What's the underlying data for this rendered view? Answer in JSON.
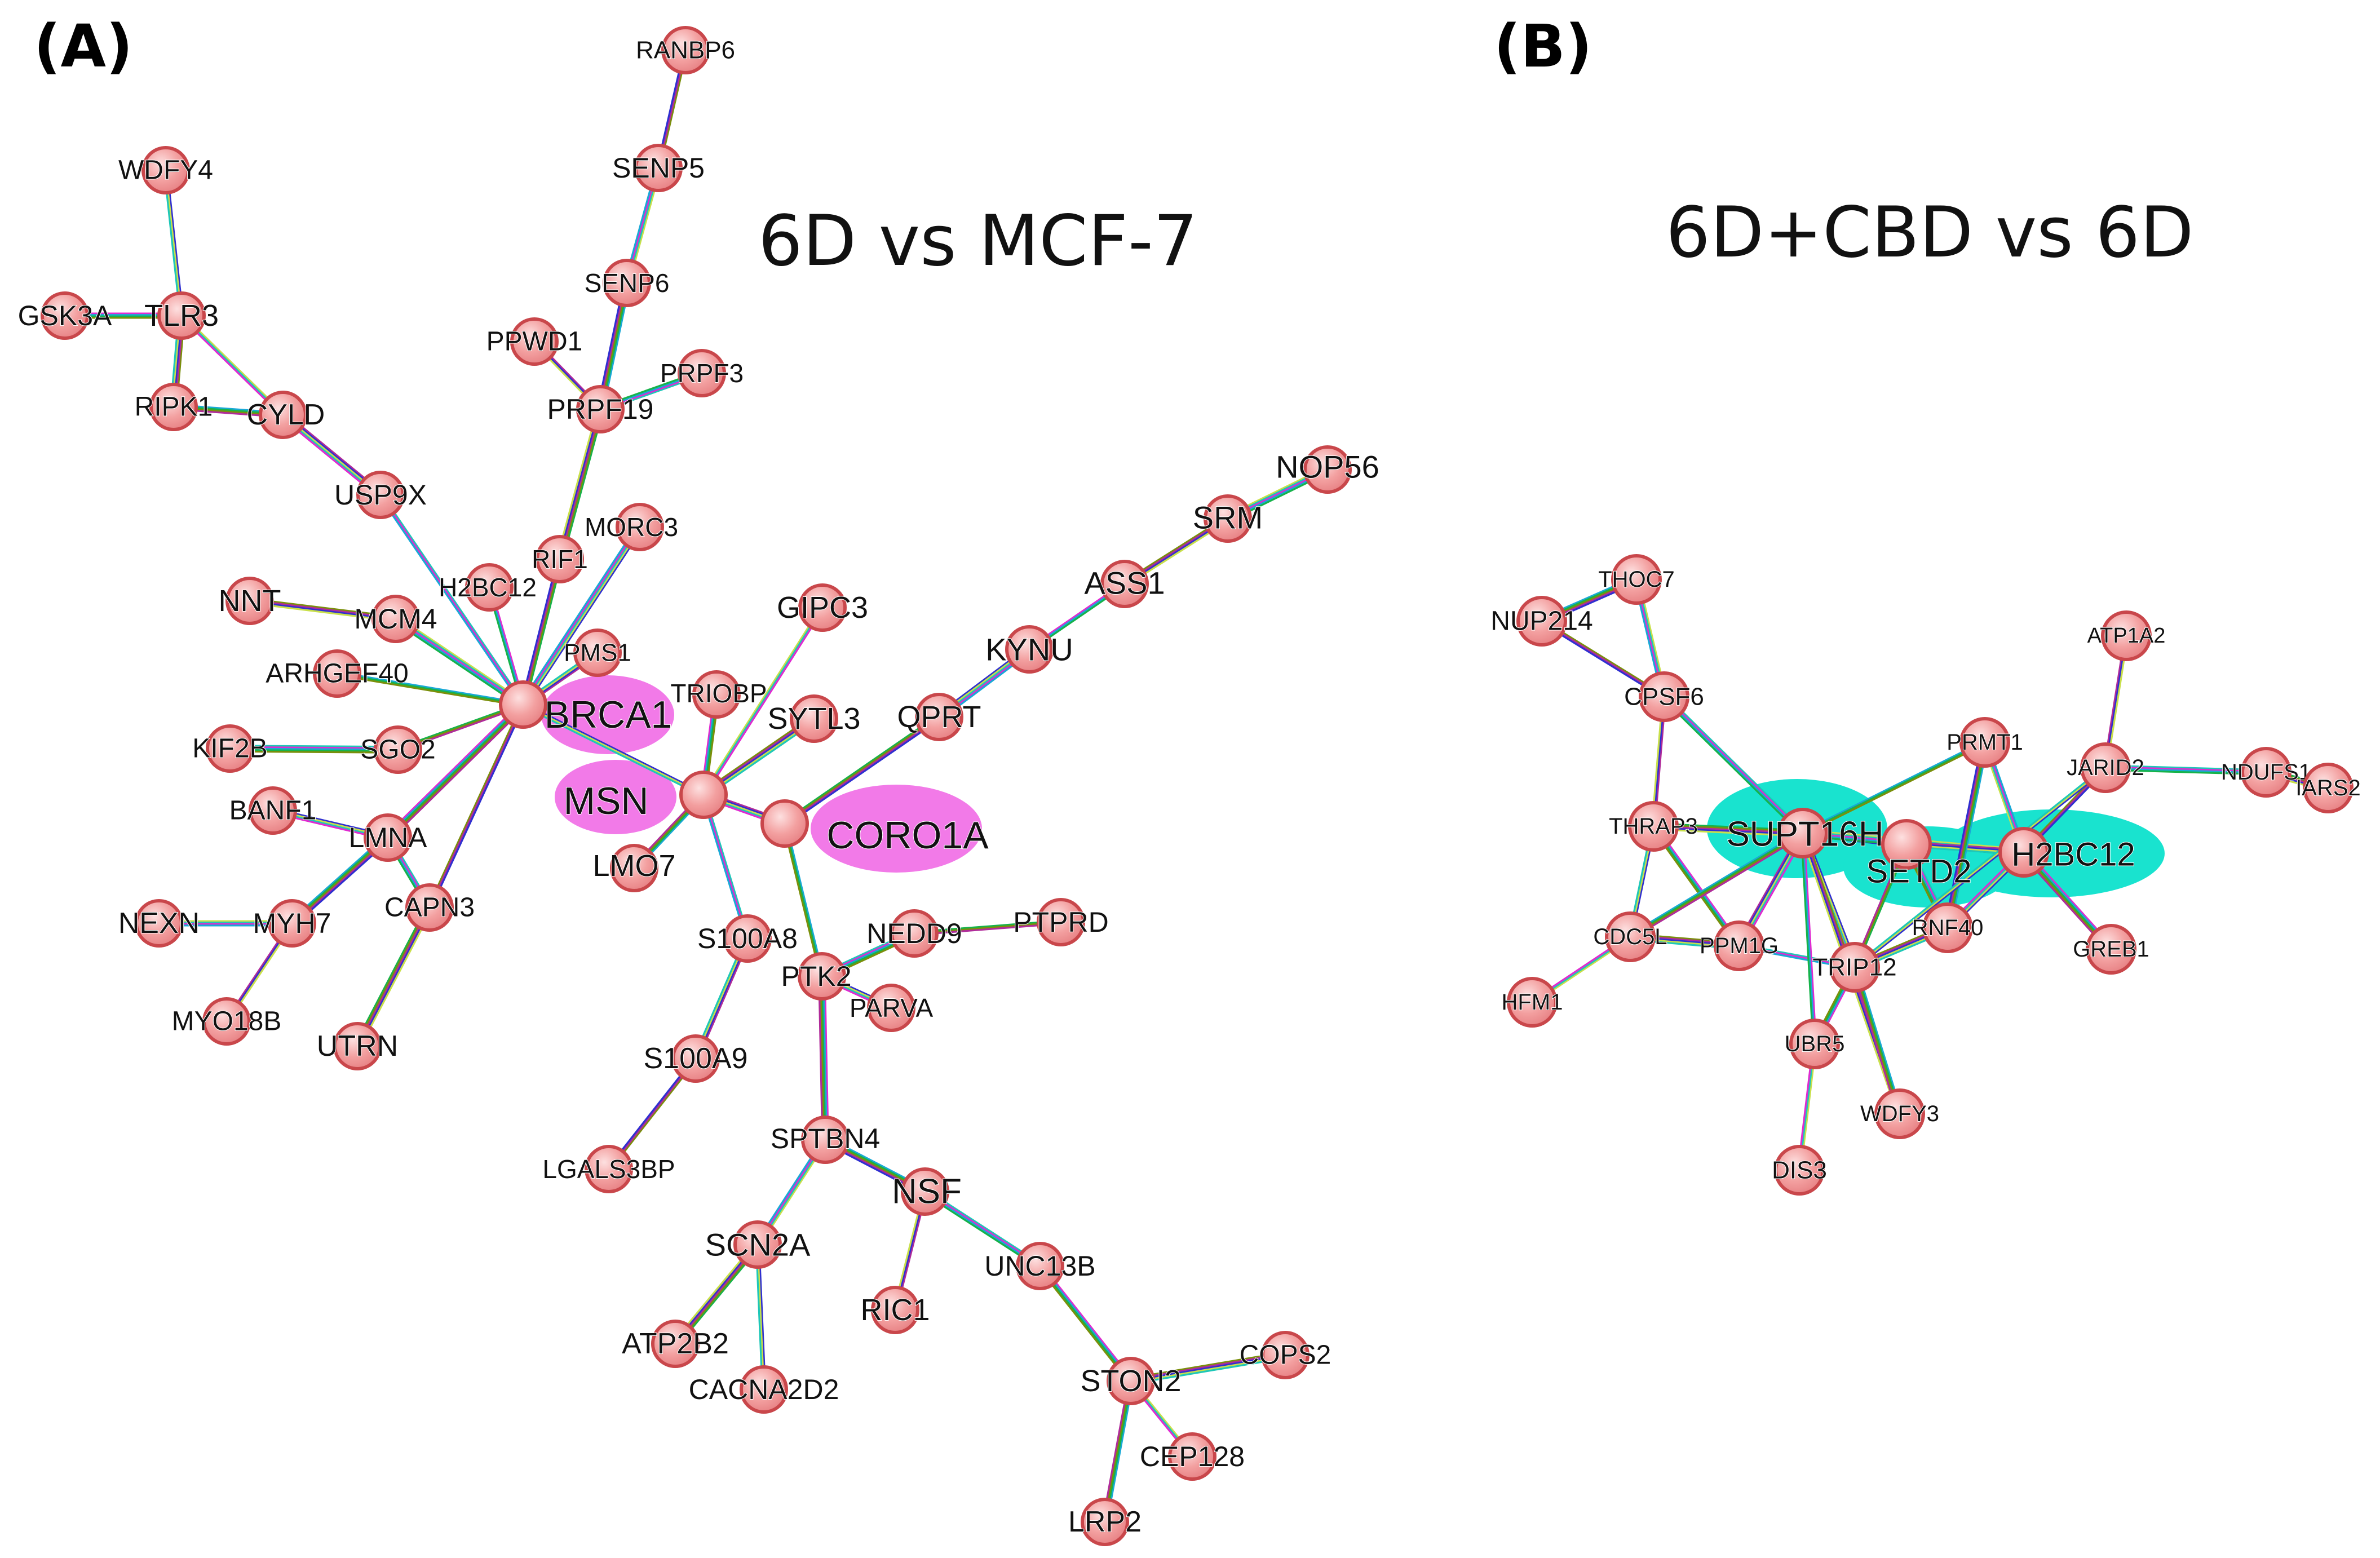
{
  "colors": {
    "node_fill": "#f3a0a0",
    "node_stroke": "#c9474b",
    "highlight_a": "#f27ae8",
    "highlight_b": "#19e3cf",
    "edge_colors": [
      "#7a8f0b",
      "#b02b9a",
      "#2f2fd0",
      "#c9e04a",
      "#1ec7b8",
      "#e02ad0",
      "#19a9d6",
      "#16b34a"
    ]
  },
  "panels": [
    {
      "id": "A",
      "letter": "(A)",
      "title": "6D vs MCF-7",
      "highlight_color": "#f27ae8",
      "nodes": [
        {
          "id": "RANBP6",
          "label": "RANBP6"
        },
        {
          "id": "WDFY4",
          "label": "WDFY4"
        },
        {
          "id": "SENP5",
          "label": "SENP5"
        },
        {
          "id": "SENP6",
          "label": "SENP6"
        },
        {
          "id": "GSK3A",
          "label": "GSK3A"
        },
        {
          "id": "TLR3",
          "label": "TLR3"
        },
        {
          "id": "PPWD1",
          "label": "PPWD1"
        },
        {
          "id": "PRPF3",
          "label": "PRPF3"
        },
        {
          "id": "PRPF19",
          "label": "PRPF19"
        },
        {
          "id": "RIPK1",
          "label": "RIPK1"
        },
        {
          "id": "CYLD",
          "label": "CYLD"
        },
        {
          "id": "NOP56",
          "label": "NOP56"
        },
        {
          "id": "USP9X",
          "label": "USP9X"
        },
        {
          "id": "SRM",
          "label": "SRM"
        },
        {
          "id": "MORC3",
          "label": "MORC3"
        },
        {
          "id": "RIF1",
          "label": "RIF1"
        },
        {
          "id": "H2BC12",
          "label": "H2BC12"
        },
        {
          "id": "ASS1",
          "label": "ASS1"
        },
        {
          "id": "NNT",
          "label": "NNT"
        },
        {
          "id": "MCM4",
          "label": "MCM4"
        },
        {
          "id": "GIPC3",
          "label": "GIPC3"
        },
        {
          "id": "PMS1",
          "label": "PMS1"
        },
        {
          "id": "KYNU",
          "label": "KYNU"
        },
        {
          "id": "ARHGEF40",
          "label": "ARHGEF40"
        },
        {
          "id": "TRIOBP",
          "label": "TRIOBP"
        },
        {
          "id": "BRCA1",
          "label": "BRCA1",
          "highlight": true
        },
        {
          "id": "SYTL3",
          "label": "SYTL3"
        },
        {
          "id": "QPRT",
          "label": "QPRT"
        },
        {
          "id": "KIF2B",
          "label": "KIF2B"
        },
        {
          "id": "SGO2",
          "label": "SGO2"
        },
        {
          "id": "MSN",
          "label": "MSN",
          "highlight": true
        },
        {
          "id": "BANF1",
          "label": "BANF1"
        },
        {
          "id": "CORO1A",
          "label": "CORO1A",
          "highlight": true
        },
        {
          "id": "LMNA",
          "label": "LMNA"
        },
        {
          "id": "LMO7",
          "label": "LMO7"
        },
        {
          "id": "CAPN3",
          "label": "CAPN3"
        },
        {
          "id": "NEXN",
          "label": "NEXN"
        },
        {
          "id": "MYH7",
          "label": "MYH7"
        },
        {
          "id": "S100A8",
          "label": "S100A8"
        },
        {
          "id": "NEDD9",
          "label": "NEDD9"
        },
        {
          "id": "PTPRD",
          "label": "PTPRD"
        },
        {
          "id": "PTK2",
          "label": "PTK2"
        },
        {
          "id": "MYO18B",
          "label": "MYO18B"
        },
        {
          "id": "PARVA",
          "label": "PARVA"
        },
        {
          "id": "UTRN",
          "label": "UTRN"
        },
        {
          "id": "S100A9",
          "label": "S100A9"
        },
        {
          "id": "SPTBN4",
          "label": "SPTBN4"
        },
        {
          "id": "LGALS3BP",
          "label": "LGALS3BP"
        },
        {
          "id": "NSF",
          "label": "NSF"
        },
        {
          "id": "SCN2A",
          "label": "SCN2A"
        },
        {
          "id": "UNC13B",
          "label": "UNC13B"
        },
        {
          "id": "RIC1",
          "label": "RIC1"
        },
        {
          "id": "ATP2B2",
          "label": "ATP2B2"
        },
        {
          "id": "COPS2",
          "label": "COPS2"
        },
        {
          "id": "STON2",
          "label": "STON2"
        },
        {
          "id": "CACNA2D2",
          "label": "CACNA2D2"
        },
        {
          "id": "CEP128",
          "label": "CEP128"
        },
        {
          "id": "LRP2",
          "label": "LRP2"
        }
      ],
      "edges": [
        [
          "RANBP6",
          "SENP5"
        ],
        [
          "SENP5",
          "SENP6"
        ],
        [
          "SENP6",
          "PRPF19"
        ],
        [
          "PPWD1",
          "PRPF19"
        ],
        [
          "PRPF3",
          "PRPF19"
        ],
        [
          "PRPF19",
          "RIF1"
        ],
        [
          "WDFY4",
          "TLR3"
        ],
        [
          "GSK3A",
          "TLR3"
        ],
        [
          "TLR3",
          "RIPK1"
        ],
        [
          "TLR3",
          "CYLD"
        ],
        [
          "RIPK1",
          "CYLD"
        ],
        [
          "CYLD",
          "USP9X"
        ],
        [
          "USP9X",
          "BRCA1"
        ],
        [
          "RIF1",
          "BRCA1"
        ],
        [
          "MORC3",
          "BRCA1"
        ],
        [
          "H2BC12",
          "BRCA1"
        ],
        [
          "NNT",
          "MCM4"
        ],
        [
          "MCM4",
          "BRCA1"
        ],
        [
          "ARHGEF40",
          "BRCA1"
        ],
        [
          "PMS1",
          "BRCA1"
        ],
        [
          "KIF2B",
          "SGO2"
        ],
        [
          "SGO2",
          "BRCA1"
        ],
        [
          "BANF1",
          "LMNA"
        ],
        [
          "LMNA",
          "BRCA1"
        ],
        [
          "CAPN3",
          "BRCA1"
        ],
        [
          "NEXN",
          "MYH7"
        ],
        [
          "MYH7",
          "LMNA"
        ],
        [
          "MYO18B",
          "MYH7"
        ],
        [
          "LMNA",
          "CAPN3"
        ],
        [
          "UTRN",
          "CAPN3"
        ],
        [
          "BRCA1",
          "MSN"
        ],
        [
          "MSN",
          "TRIOBP"
        ],
        [
          "MSN",
          "SYTL3"
        ],
        [
          "MSN",
          "GIPC3"
        ],
        [
          "MSN",
          "LMO7"
        ],
        [
          "MSN",
          "CORO1A"
        ],
        [
          "MSN",
          "S100A8"
        ],
        [
          "CORO1A",
          "QPRT"
        ],
        [
          "QPRT",
          "KYNU"
        ],
        [
          "KYNU",
          "ASS1"
        ],
        [
          "ASS1",
          "SRM"
        ],
        [
          "SRM",
          "NOP56"
        ],
        [
          "CORO1A",
          "PTK2"
        ],
        [
          "S100A8",
          "S100A9"
        ],
        [
          "PTK2",
          "NEDD9"
        ],
        [
          "NEDD9",
          "PTPRD"
        ],
        [
          "PTK2",
          "PARVA"
        ],
        [
          "PTK2",
          "SPTBN4"
        ],
        [
          "S100A9",
          "LGALS3BP"
        ],
        [
          "SPTBN4",
          "SCN2A"
        ],
        [
          "SPTBN4",
          "NSF"
        ],
        [
          "NSF",
          "RIC1"
        ],
        [
          "NSF",
          "UNC13B"
        ],
        [
          "SCN2A",
          "ATP2B2"
        ],
        [
          "SCN2A",
          "CACNA2D2"
        ],
        [
          "UNC13B",
          "STON2"
        ],
        [
          "STON2",
          "COPS2"
        ],
        [
          "STON2",
          "CEP128"
        ],
        [
          "STON2",
          "LRP2"
        ]
      ]
    },
    {
      "id": "B",
      "letter": "(B)",
      "title": "6D+CBD vs 6D",
      "highlight_color": "#19e3cf",
      "nodes": [
        {
          "id": "THOC7",
          "label": "THOC7"
        },
        {
          "id": "NUP214",
          "label": "NUP214"
        },
        {
          "id": "ATP1A2",
          "label": "ATP1A2"
        },
        {
          "id": "CPSF6",
          "label": "CPSF6"
        },
        {
          "id": "PRMT1",
          "label": "PRMT1"
        },
        {
          "id": "JARID2",
          "label": "JARID2"
        },
        {
          "id": "NDUFS1",
          "label": "NDUFS1"
        },
        {
          "id": "IARS2",
          "label": "IARS2"
        },
        {
          "id": "THRAP3",
          "label": "THRAP3"
        },
        {
          "id": "SUPT16H",
          "label": "SUPT16H",
          "highlight": true
        },
        {
          "id": "SETD2",
          "label": "SETD2",
          "highlight": true
        },
        {
          "id": "H2BC12",
          "label": "H2BC12",
          "highlight": true
        },
        {
          "id": "CDC5L",
          "label": "CDC5L"
        },
        {
          "id": "PPM1G",
          "label": "PPM1G"
        },
        {
          "id": "RNF40",
          "label": "RNF40"
        },
        {
          "id": "GREB1",
          "label": "GREB1"
        },
        {
          "id": "TRIP12",
          "label": "TRIP12"
        },
        {
          "id": "HFM1",
          "label": "HFM1"
        },
        {
          "id": "UBR5",
          "label": "UBR5"
        },
        {
          "id": "WDFY3",
          "label": "WDFY3"
        },
        {
          "id": "DIS3",
          "label": "DIS3"
        }
      ],
      "edges": [
        [
          "NUP214",
          "CPSF6"
        ],
        [
          "THOC7",
          "CPSF6"
        ],
        [
          "NUP214",
          "THOC7"
        ],
        [
          "CPSF6",
          "THRAP3"
        ],
        [
          "CPSF6",
          "SUPT16H"
        ],
        [
          "THRAP3",
          "SUPT16H"
        ],
        [
          "THRAP3",
          "CDC5L"
        ],
        [
          "THRAP3",
          "PPM1G"
        ],
        [
          "CDC5L",
          "PPM1G"
        ],
        [
          "CDC5L",
          "HFM1"
        ],
        [
          "CDC5L",
          "SUPT16H"
        ],
        [
          "PPM1G",
          "SUPT16H"
        ],
        [
          "PPM1G",
          "TRIP12"
        ],
        [
          "SUPT16H",
          "SETD2"
        ],
        [
          "SUPT16H",
          "TRIP12"
        ],
        [
          "SUPT16H",
          "UBR5"
        ],
        [
          "SUPT16H",
          "WDFY3"
        ],
        [
          "SUPT16H",
          "H2BC12"
        ],
        [
          "SUPT16H",
          "PRMT1"
        ],
        [
          "SETD2",
          "H2BC12"
        ],
        [
          "SETD2",
          "RNF40"
        ],
        [
          "SETD2",
          "TRIP12"
        ],
        [
          "H2BC12",
          "RNF40"
        ],
        [
          "H2BC12",
          "GREB1"
        ],
        [
          "H2BC12",
          "JARID2"
        ],
        [
          "H2BC12",
          "PRMT1"
        ],
        [
          "PRMT1",
          "RNF40"
        ],
        [
          "JARID2",
          "ATP1A2"
        ],
        [
          "JARID2",
          "NDUFS1"
        ],
        [
          "NDUFS1",
          "IARS2"
        ],
        [
          "JARID2",
          "TRIP12"
        ],
        [
          "TRIP12",
          "UBR5"
        ],
        [
          "TRIP12",
          "RNF40"
        ],
        [
          "UBR5",
          "DIS3"
        ],
        [
          "TRIP12",
          "WDFY3"
        ]
      ]
    }
  ]
}
